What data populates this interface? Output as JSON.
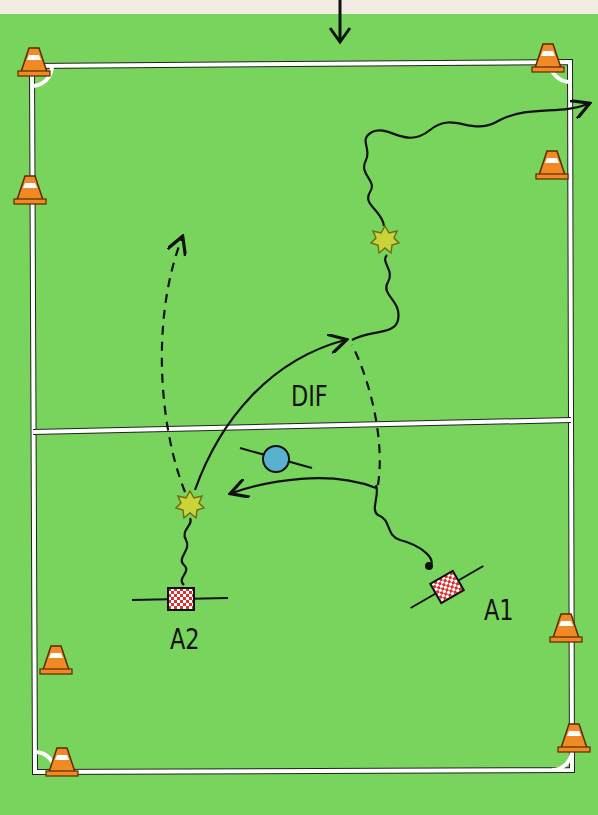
{
  "diagram": {
    "labels": [
      "DIF",
      "A2",
      "A1"
    ]
  }
}
